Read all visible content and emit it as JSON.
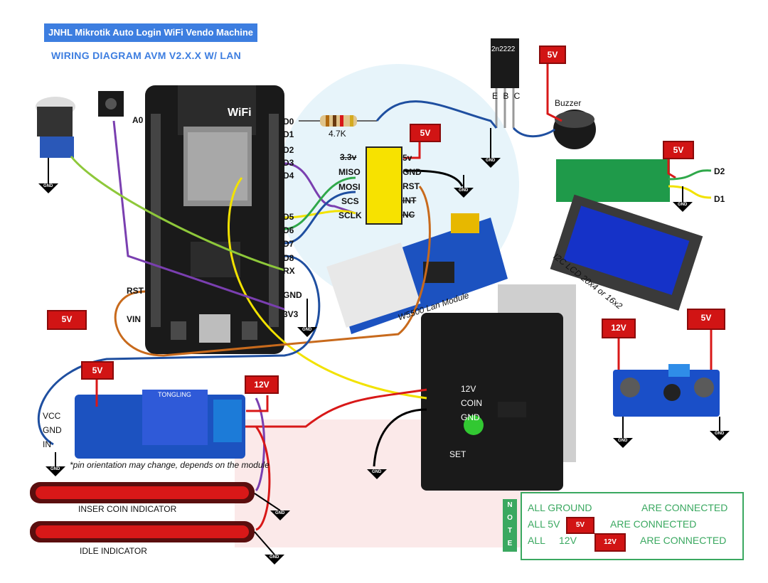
{
  "header": {
    "title": "JNHL Mikrotik Auto Login WiFi Vendo Machine",
    "subtitle": "WIRING DIAGRAM AVM V2.X.X W/ LAN"
  },
  "nodemcu": {
    "pin_a0": "A0",
    "pins_right": [
      "D0",
      "D1",
      "D2",
      "D3",
      "D4",
      "D5",
      "D6",
      "D7",
      "D8",
      "RX",
      "GND",
      "3V3"
    ],
    "pin_rst": "RST",
    "pin_vin": "VIN",
    "wifi_text": "WiFi"
  },
  "resistor": {
    "value": "4.7K"
  },
  "transistor": {
    "model": "2n2222",
    "pins": "E B C"
  },
  "buzzer": {
    "label": "Buzzer"
  },
  "w5500": {
    "pins_left": [
      "MISO",
      "MOSI",
      "SCS",
      "SCLK"
    ],
    "pins_right": [
      "3.3v",
      "5v",
      "GND",
      "RST",
      "INT",
      "NC"
    ],
    "module_label": "W5500 Lan Module"
  },
  "lcd": {
    "pins": [
      "D2",
      "D1"
    ],
    "label": "I2C LCD 20x4 or 16x2"
  },
  "coin_acceptor": {
    "pins": [
      "12V",
      "COIN",
      "GND",
      "SET"
    ]
  },
  "relay": {
    "pins": [
      "VCC",
      "GND",
      "IN"
    ],
    "note": "*pin orientation may change, depends on the module",
    "brand": "TONGLING"
  },
  "indicators": {
    "insert": "INSER COIN INDICATOR",
    "idle": "IDLE INDICATOR"
  },
  "voltage_tags": {
    "v5": "5V",
    "v12": "12V"
  },
  "gnd_symbol": "GND",
  "note": {
    "side": [
      "N",
      "O",
      "T",
      "E"
    ],
    "line1_a": "ALL GROUND",
    "line1_b": "ARE CONNECTED",
    "line2_a": "ALL 5V",
    "line2_tag": "5V",
    "line2_b": "ARE CONNECTED",
    "line3_a": "ALL",
    "line3_mid": "12V",
    "line3_tag": "12V",
    "line3_b": "ARE CONNECTED"
  },
  "colors": {
    "wire_red": "#d81818",
    "wire_green": "#2fa84a",
    "wire_yellow": "#f2e200",
    "wire_blue": "#1f4fa0",
    "wire_purple": "#7a3fb0",
    "wire_orange": "#c86a1c",
    "accent_blue": "#3d7ee0",
    "note_green": "#3aa860"
  }
}
